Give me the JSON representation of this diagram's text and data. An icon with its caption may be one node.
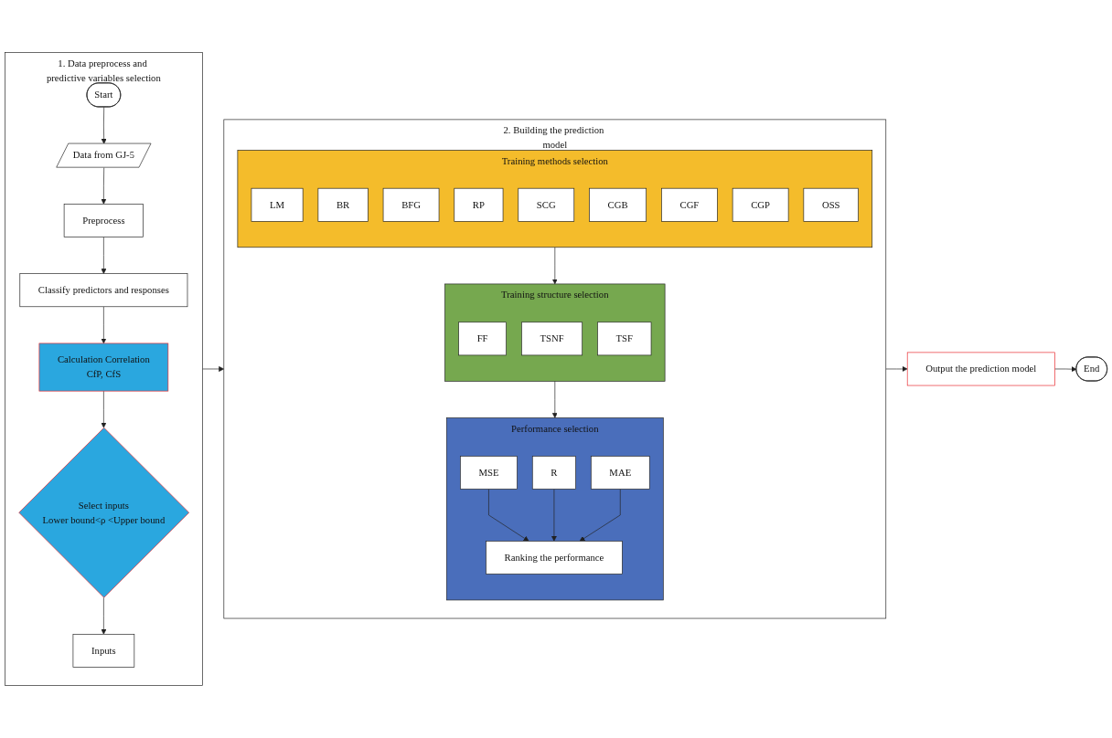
{
  "diagram": {
    "nodes": [
      {
        "text": [
          "1. Data preprocess and predictive variables selection"
        ]
      },
      {
        "text": [
          "Start"
        ],
        "in": 0
      },
      {
        "text": [
          "Data from GJ-5"
        ],
        "in": 0
      },
      {
        "text": [
          "Preprocess"
        ],
        "in": 0
      },
      {
        "text": [
          "Classify predictors and responses"
        ],
        "in": 0
      },
      {
        "text": [
          "Calculation Correlation",
          "CfP, CfS"
        ],
        "in": 0
      },
      {
        "text": [
          "Select inputs",
          "Lower bound<ρ <Upper bound"
        ],
        "in": 0
      },
      {
        "text": [
          "Inputs"
        ],
        "in": 0
      },
      {
        "text": [
          "2. Building the prediction model"
        ]
      },
      {
        "text": [
          "Training methods selection"
        ],
        "in": 8
      },
      {
        "text": [
          "LM"
        ],
        "in": 9
      },
      {
        "text": [
          "BR"
        ],
        "in": 9
      },
      {
        "text": [
          "BFG"
        ],
        "in": 9
      },
      {
        "text": [
          "RP"
        ],
        "in": 9
      },
      {
        "text": [
          "SCG"
        ],
        "in": 9
      },
      {
        "text": [
          "CGB"
        ],
        "in": 9
      },
      {
        "text": [
          "CGF"
        ],
        "in": 9
      },
      {
        "text": [
          "CGP"
        ],
        "in": 9
      },
      {
        "text": [
          "OSS"
        ],
        "in": 9
      },
      {
        "text": [
          "Training structure selection"
        ],
        "in": 8
      },
      {
        "text": [
          "FF"
        ],
        "in": 19
      },
      {
        "text": [
          "TSNF"
        ],
        "in": 19
      },
      {
        "text": [
          "TSF"
        ],
        "in": 19
      },
      {
        "text": [
          "Performance selection"
        ],
        "in": 8
      },
      {
        "text": [
          "MSE"
        ],
        "in": 23
      },
      {
        "text": [
          "R"
        ],
        "in": 23
      },
      {
        "text": [
          "MAE"
        ],
        "in": 23
      },
      {
        "text": [
          "Ranking the performance"
        ],
        "in": 23
      },
      {
        "text": [
          "Output the prediction model"
        ]
      },
      {
        "text": [
          "End"
        ]
      }
    ],
    "edges": [
      {
        "from": 1,
        "to": 2,
        "arrow": "to"
      },
      {
        "from": 2,
        "to": 3,
        "arrow": "to"
      },
      {
        "from": 3,
        "to": 4,
        "arrow": "to"
      },
      {
        "from": 4,
        "to": 5,
        "arrow": "to"
      },
      {
        "from": 5,
        "to": 6,
        "arrow": "to"
      },
      {
        "from": 6,
        "to": 7,
        "arrow": "to"
      },
      {
        "from": 0,
        "to": 8,
        "arrow": "to"
      },
      {
        "from": 9,
        "to": 19,
        "arrow": "to"
      },
      {
        "from": 19,
        "to": 23,
        "arrow": "to"
      },
      {
        "from": 24,
        "to": 27,
        "arrow": "to"
      },
      {
        "from": 25,
        "to": 27,
        "arrow": "to"
      },
      {
        "from": 26,
        "to": 27,
        "arrow": "to"
      },
      {
        "from": 8,
        "to": 28,
        "arrow": "to"
      },
      {
        "from": 28,
        "to": 29,
        "arrow": "to"
      }
    ]
  }
}
